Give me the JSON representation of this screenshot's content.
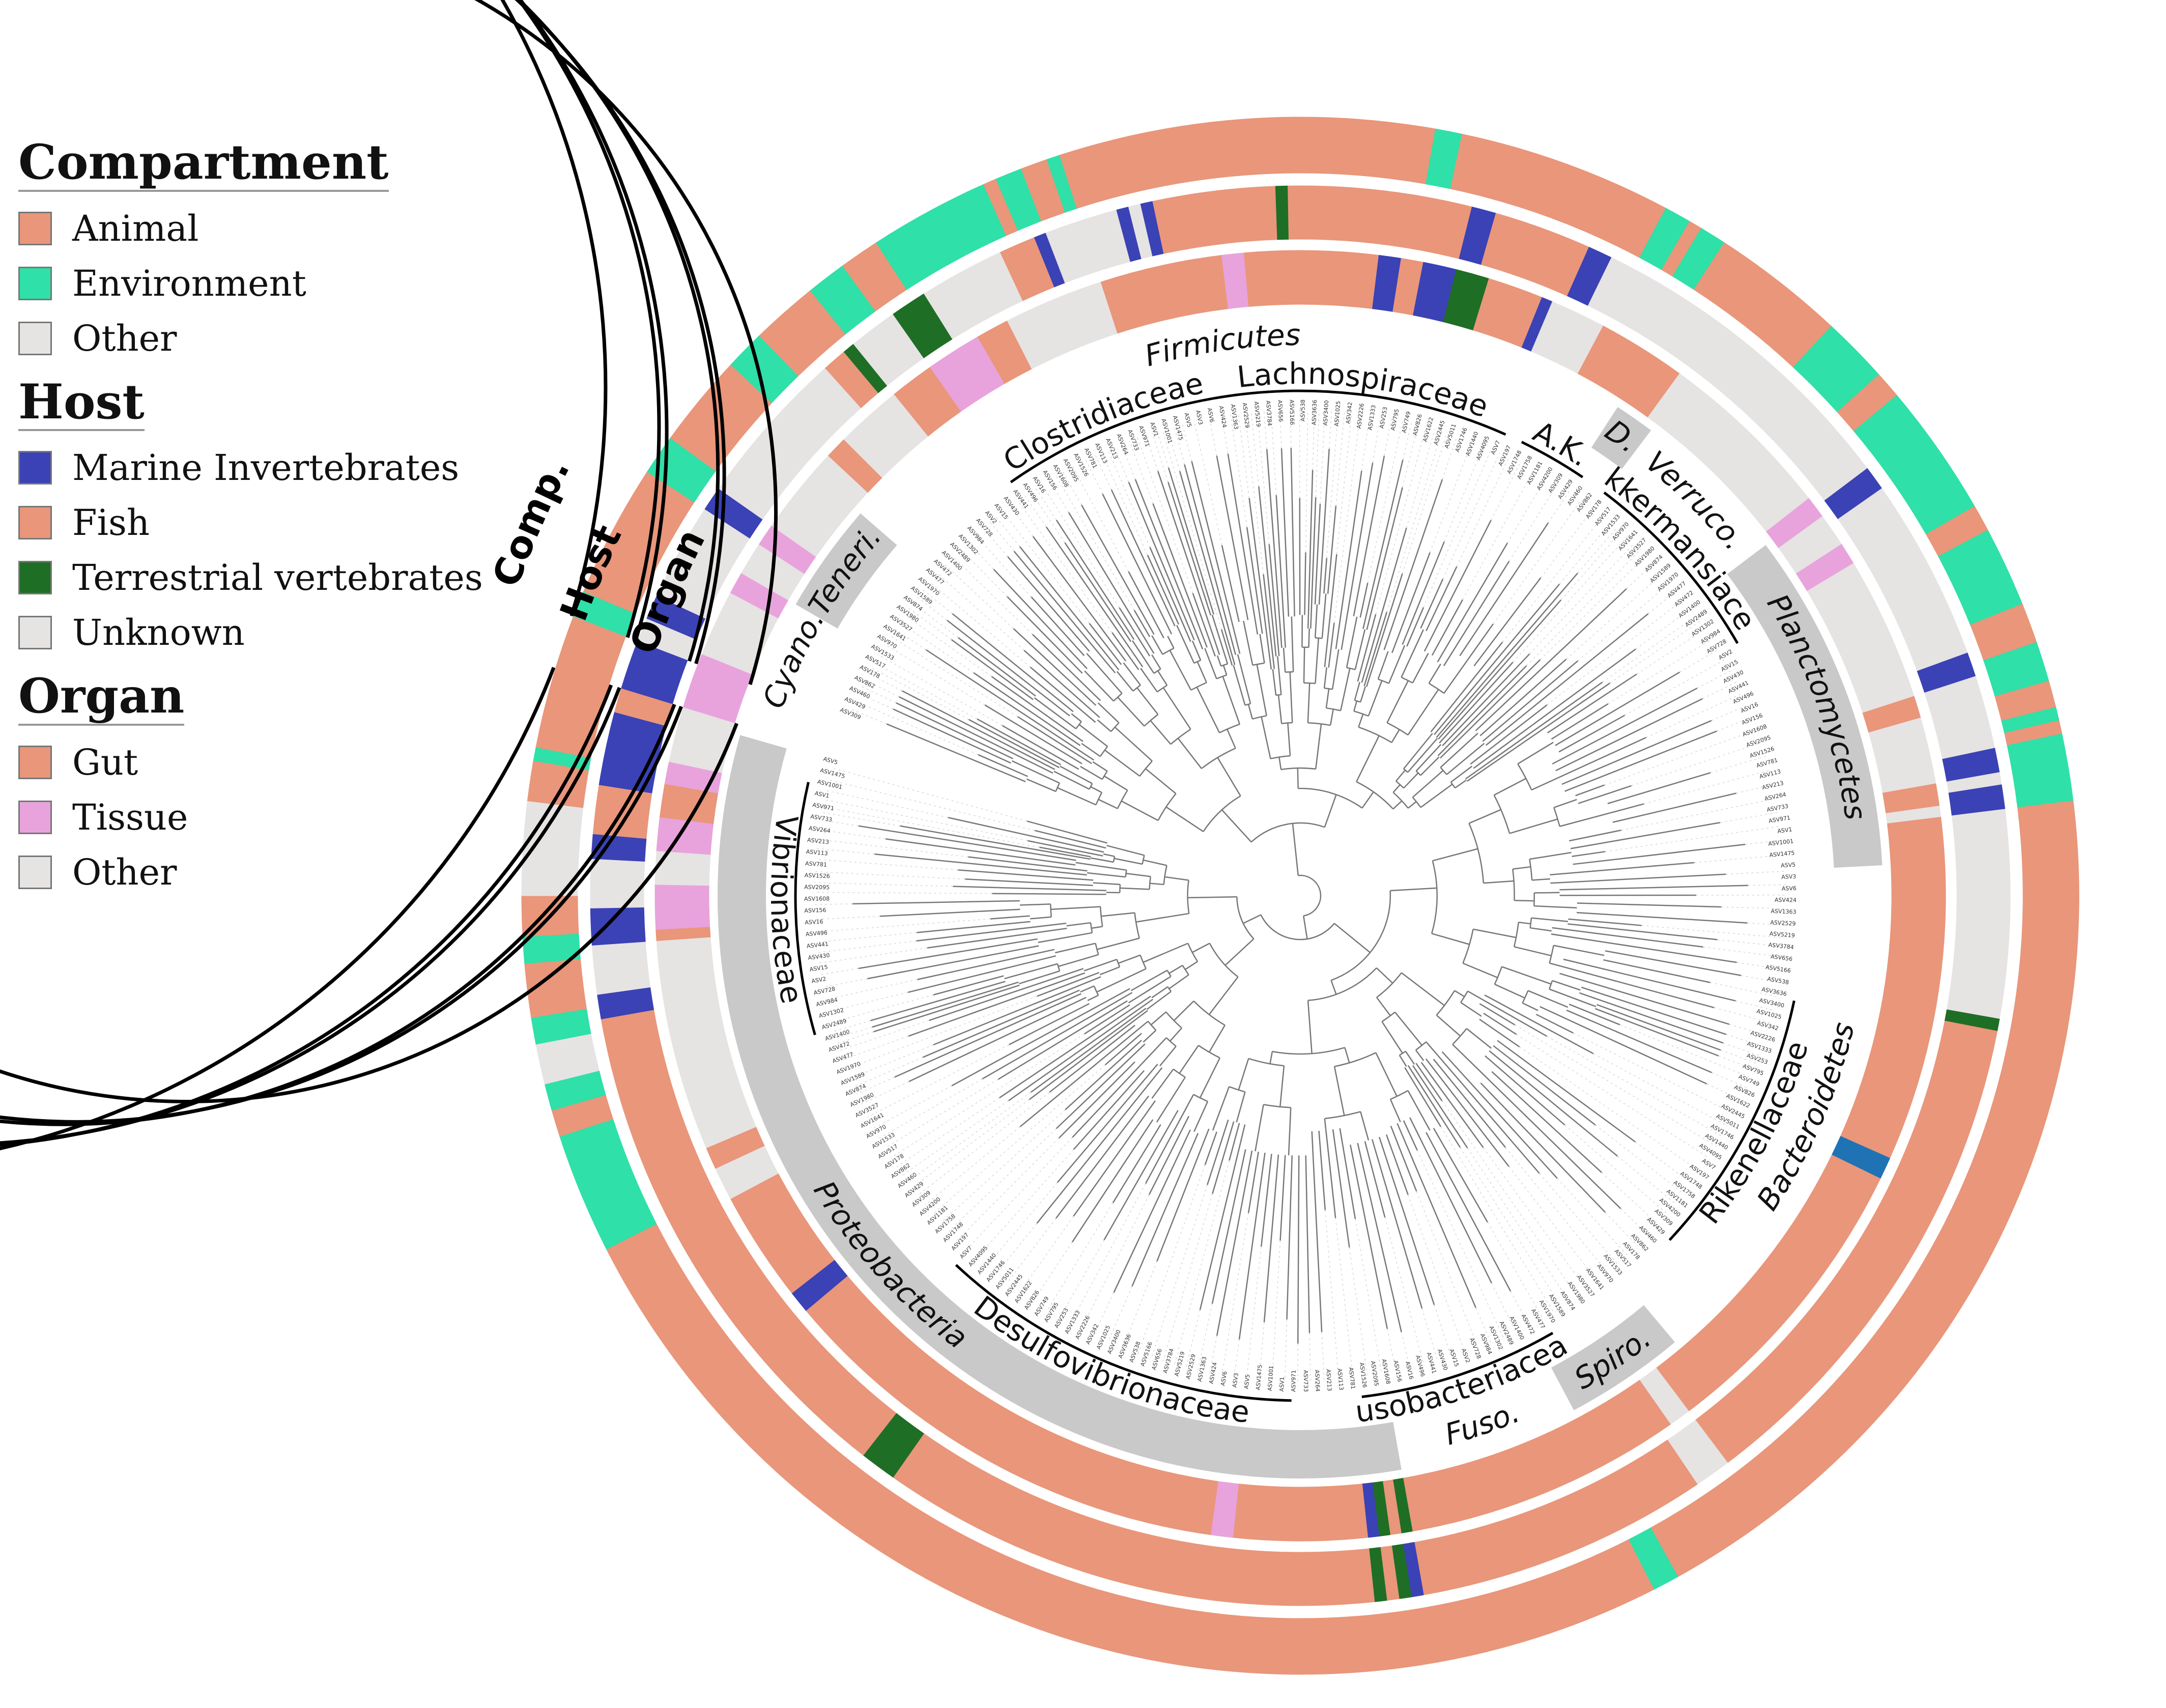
{
  "legend": {
    "compartment": {
      "title": "Compartment",
      "items": [
        {
          "label": "Animal",
          "color": "#e9967a"
        },
        {
          "label": "Environment",
          "color": "#2fe0a8"
        },
        {
          "label": "Other",
          "color": "#e6e3e3"
        }
      ]
    },
    "host": {
      "title": "Host",
      "items": [
        {
          "label": "Marine Invertebrates",
          "color": "#3a42b5"
        },
        {
          "label": "Fish",
          "color": "#e9967a"
        },
        {
          "label": "Terrestrial vertebrates",
          "color": "#1f6e25"
        },
        {
          "label": "Unknown",
          "color": "#e6e3e3"
        }
      ]
    },
    "organ": {
      "title": "Organ",
      "items": [
        {
          "label": "Gut",
          "color": "#e9967a"
        },
        {
          "label": "Tissue",
          "color": "#e8a3dc"
        },
        {
          "label": "Other",
          "color": "#e6e3e3"
        }
      ]
    }
  },
  "ring_titles": {
    "comp": "Comp.",
    "host": "Host",
    "organ": "Organ"
  },
  "phyla": [
    {
      "label": "Firmicutes",
      "from": 311,
      "to": 393,
      "shaded": false
    },
    {
      "label": "D.",
      "from": 393,
      "to": 397,
      "shaded": true
    },
    {
      "label": "Verruco.",
      "from": 397,
      "to": 413,
      "shaded": false
    },
    {
      "label": "Planctomycetes",
      "from": 413,
      "to": 447,
      "shaded": true
    },
    {
      "label": "Bacteroidetes",
      "from": 447,
      "to": 500,
      "shaded": false
    },
    {
      "label": "Spiro.",
      "from": 500,
      "to": 512,
      "shaded": true
    },
    {
      "label": "Fuso.",
      "from": 512,
      "to": 530,
      "shaded": false
    },
    {
      "label": "Proteobacteria",
      "from": 530,
      "to": 646,
      "shaded": true
    },
    {
      "label": "Cyano.",
      "from": 290,
      "to": 300,
      "shaded": false
    },
    {
      "label": "Teneri.",
      "from": 300,
      "to": 311,
      "shaded": true
    }
  ],
  "families": [
    {
      "label": "Clostridiaceae",
      "from": 325,
      "to": 350
    },
    {
      "label": "Lachnospiraceae",
      "from": 350,
      "to": 384
    },
    {
      "label": "A.K.",
      "from": 386,
      "to": 394
    },
    {
      "label": "Akkermansiaceae",
      "from": 397,
      "to": 420
    },
    {
      "label": "Rikenellaceae",
      "from": 462,
      "to": 493
    },
    {
      "label": "Fusobacteriaceae",
      "from": 510,
      "to": 533
    },
    {
      "label": "Desulfovibrionaceae",
      "from": 541,
      "to": 583
    },
    {
      "label": "Vibrionaceae",
      "from": 614,
      "to": 643
    }
  ],
  "rings": {
    "start": 287,
    "end": 651,
    "comp": [
      {
        "from": 287,
        "to": 293,
        "c": "#2fe0a8"
      },
      {
        "from": 293,
        "to": 303,
        "c": "#e9967a"
      },
      {
        "from": 303,
        "to": 306,
        "c": "#2fe0a8"
      },
      {
        "from": 306,
        "to": 313,
        "c": "#e9967a"
      },
      {
        "from": 313,
        "to": 316,
        "c": "#2fe0a8"
      },
      {
        "from": 316,
        "to": 321,
        "c": "#e9967a"
      },
      {
        "from": 321,
        "to": 324,
        "c": "#2fe0a8"
      },
      {
        "from": 324,
        "to": 327,
        "c": "#e9967a"
      },
      {
        "from": 327,
        "to": 336,
        "c": "#2fe0a8"
      },
      {
        "from": 336,
        "to": 337,
        "c": "#e9967a"
      },
      {
        "from": 337,
        "to": 339,
        "c": "#2fe0a8"
      },
      {
        "from": 339,
        "to": 341,
        "c": "#e9967a"
      },
      {
        "from": 341,
        "to": 342,
        "c": "#2fe0a8"
      },
      {
        "from": 342,
        "to": 370,
        "c": "#e9967a"
      },
      {
        "from": 370,
        "to": 372,
        "c": "#2fe0a8"
      },
      {
        "from": 372,
        "to": 388,
        "c": "#e9967a"
      },
      {
        "from": 388,
        "to": 390,
        "c": "#2fe0a8"
      },
      {
        "from": 390,
        "to": 391,
        "c": "#e9967a"
      },
      {
        "from": 391,
        "to": 393,
        "c": "#2fe0a8"
      },
      {
        "from": 393,
        "to": 403,
        "c": "#e9967a"
      },
      {
        "from": 403,
        "to": 408,
        "c": "#2fe0a8"
      },
      {
        "from": 408,
        "to": 410,
        "c": "#e9967a"
      },
      {
        "from": 410,
        "to": 420,
        "c": "#2fe0a8"
      },
      {
        "from": 420,
        "to": 422,
        "c": "#e9967a"
      },
      {
        "from": 422,
        "to": 428,
        "c": "#2fe0a8"
      },
      {
        "from": 428,
        "to": 431,
        "c": "#e9967a"
      },
      {
        "from": 431,
        "to": 434,
        "c": "#2fe0a8"
      },
      {
        "from": 434,
        "to": 436,
        "c": "#e9967a"
      },
      {
        "from": 436,
        "to": 437,
        "c": "#2fe0a8"
      },
      {
        "from": 437,
        "to": 438,
        "c": "#e9967a"
      },
      {
        "from": 438,
        "to": 443,
        "c": "#2fe0a8"
      },
      {
        "from": 443,
        "to": 511,
        "c": "#e9967a"
      },
      {
        "from": 511,
        "to": 513,
        "c": "#2fe0a8"
      },
      {
        "from": 513,
        "to": 603,
        "c": "#e9967a"
      },
      {
        "from": 603,
        "to": 612,
        "c": "#2fe0a8"
      },
      {
        "from": 612,
        "to": 614,
        "c": "#e9967a"
      },
      {
        "from": 614,
        "to": 616,
        "c": "#2fe0a8"
      },
      {
        "from": 616,
        "to": 619,
        "c": "#e6e3e3"
      },
      {
        "from": 619,
        "to": 621,
        "c": "#2fe0a8"
      },
      {
        "from": 621,
        "to": 625,
        "c": "#e9967a"
      },
      {
        "from": 625,
        "to": 627,
        "c": "#2fe0a8"
      },
      {
        "from": 627,
        "to": 630,
        "c": "#e9967a"
      },
      {
        "from": 630,
        "to": 637,
        "c": "#e6e3e3"
      },
      {
        "from": 637,
        "to": 640,
        "c": "#e9967a"
      },
      {
        "from": 640,
        "to": 641,
        "c": "#2fe0a8"
      },
      {
        "from": 641,
        "to": 651,
        "c": "#e9967a"
      }
    ],
    "host": [
      {
        "from": 287,
        "to": 293,
        "c": "#e6e3e3"
      },
      {
        "from": 293,
        "to": 295,
        "c": "#3a42b5"
      },
      {
        "from": 295,
        "to": 303,
        "c": "#e6e3e3"
      },
      {
        "from": 303,
        "to": 305,
        "c": "#3a42b5"
      },
      {
        "from": 305,
        "to": 318,
        "c": "#e6e3e3"
      },
      {
        "from": 318,
        "to": 320,
        "c": "#e9967a"
      },
      {
        "from": 320,
        "to": 321,
        "c": "#1f6e25"
      },
      {
        "from": 321,
        "to": 325,
        "c": "#e6e3e3"
      },
      {
        "from": 325,
        "to": 328,
        "c": "#1f6e25"
      },
      {
        "from": 328,
        "to": 335,
        "c": "#e6e3e3"
      },
      {
        "from": 335,
        "to": 338,
        "c": "#e9967a"
      },
      {
        "from": 338,
        "to": 339,
        "c": "#3a42b5"
      },
      {
        "from": 339,
        "to": 345,
        "c": "#e6e3e3"
      },
      {
        "from": 345,
        "to": 346,
        "c": "#3a42b5"
      },
      {
        "from": 346,
        "to": 347,
        "c": "#e6e3e3"
      },
      {
        "from": 347,
        "to": 348,
        "c": "#3a42b5"
      },
      {
        "from": 348,
        "to": 358,
        "c": "#e9967a"
      },
      {
        "from": 358,
        "to": 359,
        "c": "#1f6e25"
      },
      {
        "from": 359,
        "to": 374,
        "c": "#e9967a"
      },
      {
        "from": 374,
        "to": 376,
        "c": "#3a42b5"
      },
      {
        "from": 376,
        "to": 384,
        "c": "#e9967a"
      },
      {
        "from": 384,
        "to": 386,
        "c": "#3a42b5"
      },
      {
        "from": 386,
        "to": 413,
        "c": "#e6e3e3"
      },
      {
        "from": 413,
        "to": 415,
        "c": "#3a42b5"
      },
      {
        "from": 415,
        "to": 430,
        "c": "#e6e3e3"
      },
      {
        "from": 430,
        "to": 432,
        "c": "#3a42b5"
      },
      {
        "from": 432,
        "to": 438,
        "c": "#e6e3e3"
      },
      {
        "from": 438,
        "to": 440,
        "c": "#3a42b5"
      },
      {
        "from": 440,
        "to": 441,
        "c": "#e6e3e3"
      },
      {
        "from": 441,
        "to": 443,
        "c": "#3a42b5"
      },
      {
        "from": 443,
        "to": 460,
        "c": "#e6e3e3"
      },
      {
        "from": 460,
        "to": 461,
        "c": "#1f6e25"
      },
      {
        "from": 461,
        "to": 503,
        "c": "#e9967a"
      },
      {
        "from": 503,
        "to": 506,
        "c": "#e6e3e3"
      },
      {
        "from": 506,
        "to": 530,
        "c": "#e9967a"
      },
      {
        "from": 530,
        "to": 531,
        "c": "#3a42b5"
      },
      {
        "from": 531,
        "to": 532,
        "c": "#1f6e25"
      },
      {
        "from": 532,
        "to": 533,
        "c": "#e9967a"
      },
      {
        "from": 533,
        "to": 534,
        "c": "#1f6e25"
      },
      {
        "from": 534,
        "to": 575,
        "c": "#e9967a"
      },
      {
        "from": 575,
        "to": 578,
        "c": "#1f6e25"
      },
      {
        "from": 578,
        "to": 620,
        "c": "#e9967a"
      },
      {
        "from": 620,
        "to": 622,
        "c": "#3a42b5"
      },
      {
        "from": 622,
        "to": 626,
        "c": "#e6e3e3"
      },
      {
        "from": 626,
        "to": 629,
        "c": "#3a42b5"
      },
      {
        "from": 629,
        "to": 633,
        "c": "#e6e3e3"
      },
      {
        "from": 633,
        "to": 635,
        "c": "#3a42b5"
      },
      {
        "from": 635,
        "to": 639,
        "c": "#e9967a"
      },
      {
        "from": 639,
        "to": 645,
        "c": "#3a42b5"
      },
      {
        "from": 645,
        "to": 647,
        "c": "#e9967a"
      },
      {
        "from": 647,
        "to": 651,
        "c": "#3a42b5"
      }
    ],
    "organ": [
      {
        "from": 287,
        "to": 290,
        "c": "#e6e3e3"
      },
      {
        "from": 290,
        "to": 292,
        "c": "#e8a3dc"
      },
      {
        "from": 292,
        "to": 298,
        "c": "#e6e3e3"
      },
      {
        "from": 298,
        "to": 300,
        "c": "#e8a3dc"
      },
      {
        "from": 300,
        "to": 303,
        "c": "#e6e3e3"
      },
      {
        "from": 303,
        "to": 305,
        "c": "#e8a3dc"
      },
      {
        "from": 305,
        "to": 313,
        "c": "#e6e3e3"
      },
      {
        "from": 313,
        "to": 315,
        "c": "#e9967a"
      },
      {
        "from": 315,
        "to": 321,
        "c": "#e6e3e3"
      },
      {
        "from": 321,
        "to": 325,
        "c": "#e9967a"
      },
      {
        "from": 325,
        "to": 330,
        "c": "#e8a3dc"
      },
      {
        "from": 330,
        "to": 333,
        "c": "#e9967a"
      },
      {
        "from": 333,
        "to": 342,
        "c": "#e6e3e3"
      },
      {
        "from": 342,
        "to": 353,
        "c": "#e9967a"
      },
      {
        "from": 353,
        "to": 355,
        "c": "#e8a3dc"
      },
      {
        "from": 355,
        "to": 367,
        "c": "#e9967a"
      },
      {
        "from": 367,
        "to": 369,
        "c": "#3a42b5"
      },
      {
        "from": 369,
        "to": 371,
        "c": "#e9967a"
      },
      {
        "from": 371,
        "to": 374,
        "c": "#3a42b5"
      },
      {
        "from": 374,
        "to": 377,
        "c": "#1f6e25"
      },
      {
        "from": 377,
        "to": 382,
        "c": "#e9967a"
      },
      {
        "from": 382,
        "to": 383,
        "c": "#3a42b5"
      },
      {
        "from": 383,
        "to": 388,
        "c": "#e6e3e3"
      },
      {
        "from": 388,
        "to": 396,
        "c": "#e9967a"
      },
      {
        "from": 396,
        "to": 412,
        "c": "#e6e3e3"
      },
      {
        "from": 412,
        "to": 414,
        "c": "#e8a3dc"
      },
      {
        "from": 414,
        "to": 417,
        "c": "#e6e3e3"
      },
      {
        "from": 417,
        "to": 419,
        "c": "#e8a3dc"
      },
      {
        "from": 419,
        "to": 432,
        "c": "#e6e3e3"
      },
      {
        "from": 432,
        "to": 434,
        "c": "#e9967a"
      },
      {
        "from": 434,
        "to": 440,
        "c": "#e6e3e3"
      },
      {
        "from": 440,
        "to": 442,
        "c": "#e9967a"
      },
      {
        "from": 442,
        "to": 443,
        "c": "#e6e3e3"
      },
      {
        "from": 443,
        "to": 474,
        "c": "#e9967a"
      },
      {
        "from": 474,
        "to": 476,
        "c": "#1f73b4"
      },
      {
        "from": 476,
        "to": 503,
        "c": "#e9967a"
      },
      {
        "from": 503,
        "to": 505,
        "c": "#e6e3e3"
      },
      {
        "from": 505,
        "to": 530,
        "c": "#e9967a"
      },
      {
        "from": 530,
        "to": 531,
        "c": "#1f6e25"
      },
      {
        "from": 531,
        "to": 532,
        "c": "#e9967a"
      },
      {
        "from": 532,
        "to": 533,
        "c": "#1f6e25"
      },
      {
        "from": 533,
        "to": 534,
        "c": "#3a42b5"
      },
      {
        "from": 534,
        "to": 546,
        "c": "#e9967a"
      },
      {
        "from": 546,
        "to": 548,
        "c": "#e8a3dc"
      },
      {
        "from": 548,
        "to": 590,
        "c": "#e9967a"
      },
      {
        "from": 590,
        "to": 592,
        "c": "#3a42b5"
      },
      {
        "from": 592,
        "to": 602,
        "c": "#e9967a"
      },
      {
        "from": 602,
        "to": 605,
        "c": "#e6e3e3"
      },
      {
        "from": 605,
        "to": 607,
        "c": "#e9967a"
      },
      {
        "from": 607,
        "to": 626,
        "c": "#e6e3e3"
      },
      {
        "from": 626,
        "to": 627,
        "c": "#e9967a"
      },
      {
        "from": 627,
        "to": 631,
        "c": "#e8a3dc"
      },
      {
        "from": 631,
        "to": 634,
        "c": "#e6e3e3"
      },
      {
        "from": 634,
        "to": 637,
        "c": "#e8a3dc"
      },
      {
        "from": 637,
        "to": 640,
        "c": "#e9967a"
      },
      {
        "from": 640,
        "to": 642,
        "c": "#e8a3dc"
      },
      {
        "from": 642,
        "to": 647,
        "c": "#e6e3e3"
      },
      {
        "from": 647,
        "to": 651,
        "c": "#e8a3dc"
      }
    ]
  },
  "leaf_labels": [
    "ASV309",
    "ASV429",
    "ASV460",
    "ASV862",
    "ASV178",
    "ASV517",
    "ASV1533",
    "ASV970",
    "ASV1641",
    "ASV3527",
    "ASV1980",
    "ASV874",
    "ASV1589",
    "ASV1970",
    "ASV477",
    "ASV472",
    "ASV1400",
    "ASV2489",
    "ASV1302",
    "ASV984",
    "ASV728",
    "ASV2",
    "ASV15",
    "ASV430",
    "ASV441",
    "ASV496",
    "ASV16",
    "ASV156",
    "ASV1608",
    "ASV2095",
    "ASV1526",
    "ASV781",
    "ASV113",
    "ASV213",
    "ASV264",
    "ASV733",
    "ASV971",
    "ASV1",
    "ASV1001",
    "ASV1475",
    "ASV5",
    "ASV3",
    "ASV6",
    "ASV424",
    "ASV1363",
    "ASV2529",
    "ASV5219",
    "ASV3784",
    "ASV656",
    "ASV5166",
    "ASV538",
    "ASV3636",
    "ASV3400",
    "ASV1025",
    "ASV342",
    "ASV2226",
    "ASV1333",
    "ASV253",
    "ASV795",
    "ASV749",
    "ASV826",
    "ASV1622",
    "ASV2445",
    "ASV5011",
    "ASV1746",
    "ASV1440",
    "ASV4095",
    "ASV7",
    "ASV197",
    "ASV1748",
    "ASV1758",
    "ASV1181",
    "ASV4200"
  ]
}
